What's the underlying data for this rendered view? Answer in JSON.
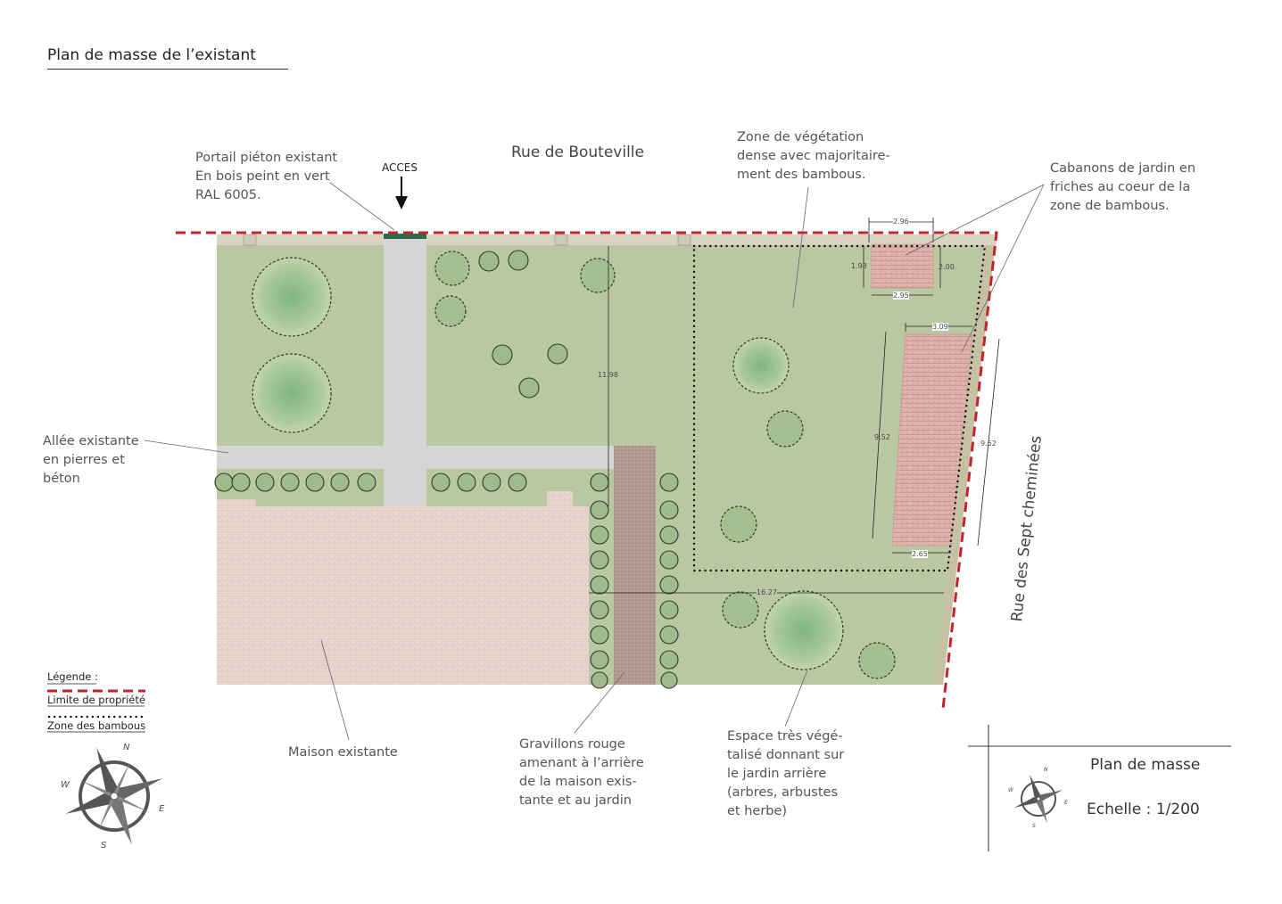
{
  "title": "Plan de masse de l’existant",
  "access": "ACCES",
  "streets": {
    "north": "Rue de Bouteville",
    "east": "Rue des Sept cheminées"
  },
  "annotations": {
    "portail": [
      "Portail piéton existant",
      "En bois peint en vert",
      "RAL 6005."
    ],
    "vegetation": [
      "Zone de végétation",
      "dense avec majoritaire-",
      "ment des bambous."
    ],
    "cabanons": [
      "Cabanons de jardin en",
      "friches au coeur de la",
      "zone de bambous."
    ],
    "allee": [
      "Allée existante",
      "en pierres et",
      "béton"
    ],
    "maison": [
      "Maison existante"
    ],
    "gravillons": [
      "Gravillons rouge",
      "amenant à l’arrière",
      "de la maison exis-",
      "tante et au jardin"
    ],
    "espace": [
      "Espace très végé-",
      "talisé donnant sur",
      "le jardin arrière",
      "(arbres, arbustes",
      "et herbe)"
    ]
  },
  "dimensions": {
    "d1": "2.96",
    "d2": "1.98",
    "d3": "2.00",
    "d4": "2.95",
    "d5": "3.09",
    "d6": "9.52",
    "d7": "9.62",
    "d8": "2.65",
    "d9": "11.98",
    "d10": "16.27"
  },
  "legend": {
    "heading": "Légende :",
    "property": "Limite de propriété",
    "bamboo": "Zone des bambous"
  },
  "compass": {
    "n": "N",
    "s": "S",
    "e": "E",
    "w": "W"
  },
  "cartouche": {
    "title": "Plan de masse",
    "scale": "Echelle : 1/200"
  },
  "colors": {
    "lawn": "#b9c7a2",
    "path": "#d4d4d4",
    "house": "#ead7d1",
    "gravel": "#b59a91",
    "shed": "#d9a7a1",
    "limit": "#c0252c",
    "tree_fill": "#8fb88a",
    "tree_stroke": "#2f3d2a"
  }
}
